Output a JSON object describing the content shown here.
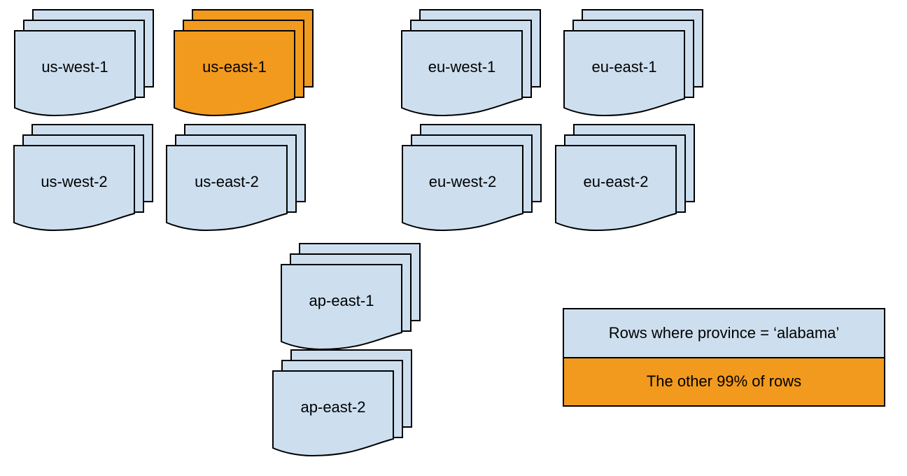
{
  "diagram": {
    "description_semantics": "document-stack shapes representing data replicated across cloud regions"
  },
  "colors": {
    "region_default_fill": "#cddfef",
    "region_highlight_fill": "#f29a1d",
    "stroke": "#000000",
    "text": "#000000"
  },
  "stacks": [
    {
      "label": "us-west-1",
      "highlighted": false
    },
    {
      "label": "us-east-1",
      "highlighted": true
    },
    {
      "label": "eu-west-1",
      "highlighted": false
    },
    {
      "label": "eu-east-1",
      "highlighted": false
    },
    {
      "label": "us-west-2",
      "highlighted": false
    },
    {
      "label": "us-east-2",
      "highlighted": false
    },
    {
      "label": "eu-west-2",
      "highlighted": false
    },
    {
      "label": "eu-east-2",
      "highlighted": false
    },
    {
      "label": "ap-east-1",
      "highlighted": false
    },
    {
      "label": "ap-east-2",
      "highlighted": false
    }
  ],
  "legend": {
    "items": [
      {
        "label": "Rows where province = ‘alabama’",
        "swatch": "default"
      },
      {
        "label": "The other 99% of rows",
        "swatch": "highlight"
      }
    ]
  }
}
